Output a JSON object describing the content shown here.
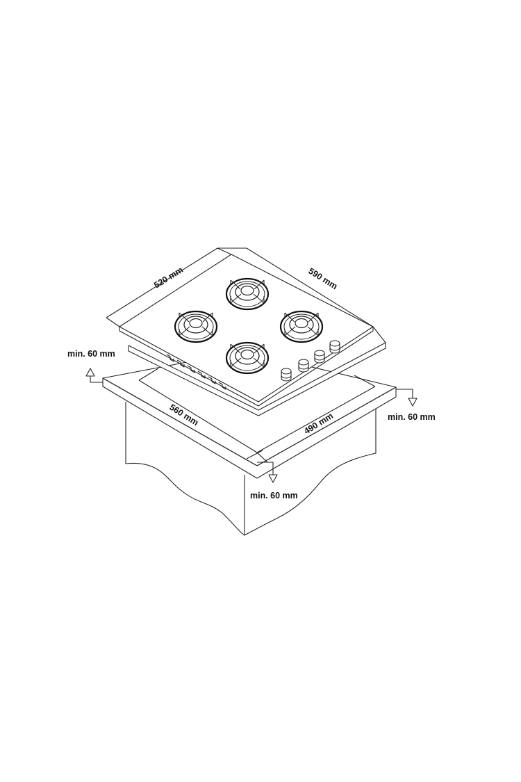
{
  "diagram": {
    "hob_depth_label": "520 mm",
    "hob_width_label": "590 mm",
    "cutout_width_label": "560 mm",
    "cutout_depth_label": "490 mm",
    "clearance_back_label": "min. 60 mm",
    "clearance_side_label": "min. 60 mm",
    "clearance_front_label": "min. 60 mm",
    "burner_count": 4,
    "knob_count": 4
  }
}
